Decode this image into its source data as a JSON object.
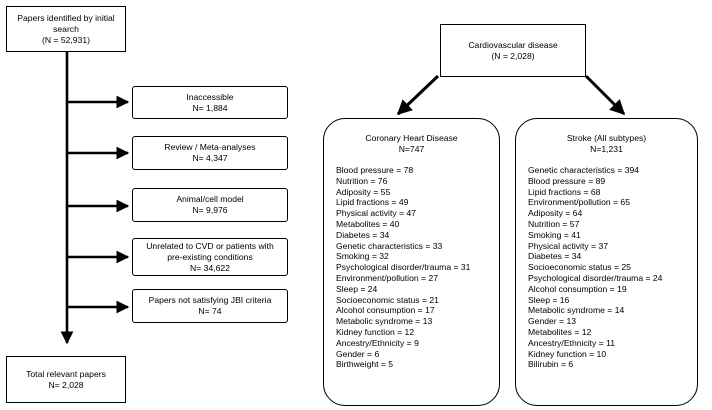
{
  "flow": {
    "start": {
      "lines": [
        "Papers identified by initial",
        "search",
        "(N = 52,931)"
      ]
    },
    "exclusions": [
      {
        "lines": [
          "Inaccessible",
          "N= 1,884"
        ]
      },
      {
        "lines": [
          "Review / Meta-analyses",
          "N= 4,347"
        ]
      },
      {
        "lines": [
          "Animal/cell model",
          "N= 9,976"
        ]
      },
      {
        "lines": [
          "Unrelated to CVD or patients with",
          "pre-existing conditions",
          "N= 34,622"
        ]
      },
      {
        "lines": [
          "Papers not satisfying JBI criteria",
          "N= 74"
        ]
      }
    ],
    "end": {
      "lines": [
        "Total relevant papers",
        "N= 2,028"
      ]
    }
  },
  "cvd": {
    "lines": [
      "Cardiovascular disease",
      "(N = 2,028)"
    ]
  },
  "chd": {
    "title": "Coronary Heart Disease",
    "n": "N=747",
    "items": [
      "Blood pressure = 78",
      "Nutrition = 76",
      "Adiposity = 55",
      "Lipid fractions = 49",
      "Physical activity = 47",
      "Metabolites = 40",
      "Diabetes = 34",
      "Genetic characteristics = 33",
      "Smoking = 32",
      "Psychological disorder/trauma = 31",
      "Environment/pollution = 27",
      "Sleep = 24",
      "Socioeconomic status = 21",
      "Alcohol consumption = 17",
      "Metabolic syndrome = 13",
      "Kidney function = 12",
      "Ancestry/Ethnicity = 9",
      "Gender = 6",
      "Birthweight = 5"
    ]
  },
  "stroke": {
    "title": "Stroke (All subtypes)",
    "n": "N=1,231",
    "items": [
      "Genetic characteristics = 394",
      "Blood pressure = 89",
      "Lipid fractions = 68",
      "Environment/pollution = 65",
      "Adiposity = 64",
      "Nutrition = 57",
      "Smoking = 41",
      "Physical activity = 37",
      "Diabetes = 34",
      "Socioeconomic status = 25",
      "Psychological disorder/trauma = 24",
      "Alcohol consumption = 19",
      "Sleep = 16",
      "Metabolic syndrome = 14",
      "Gender = 13",
      "Metabolites = 12",
      "Ancestry/Ethnicity = 11",
      "Kidney function = 10",
      "Bilirubin = 6"
    ]
  }
}
